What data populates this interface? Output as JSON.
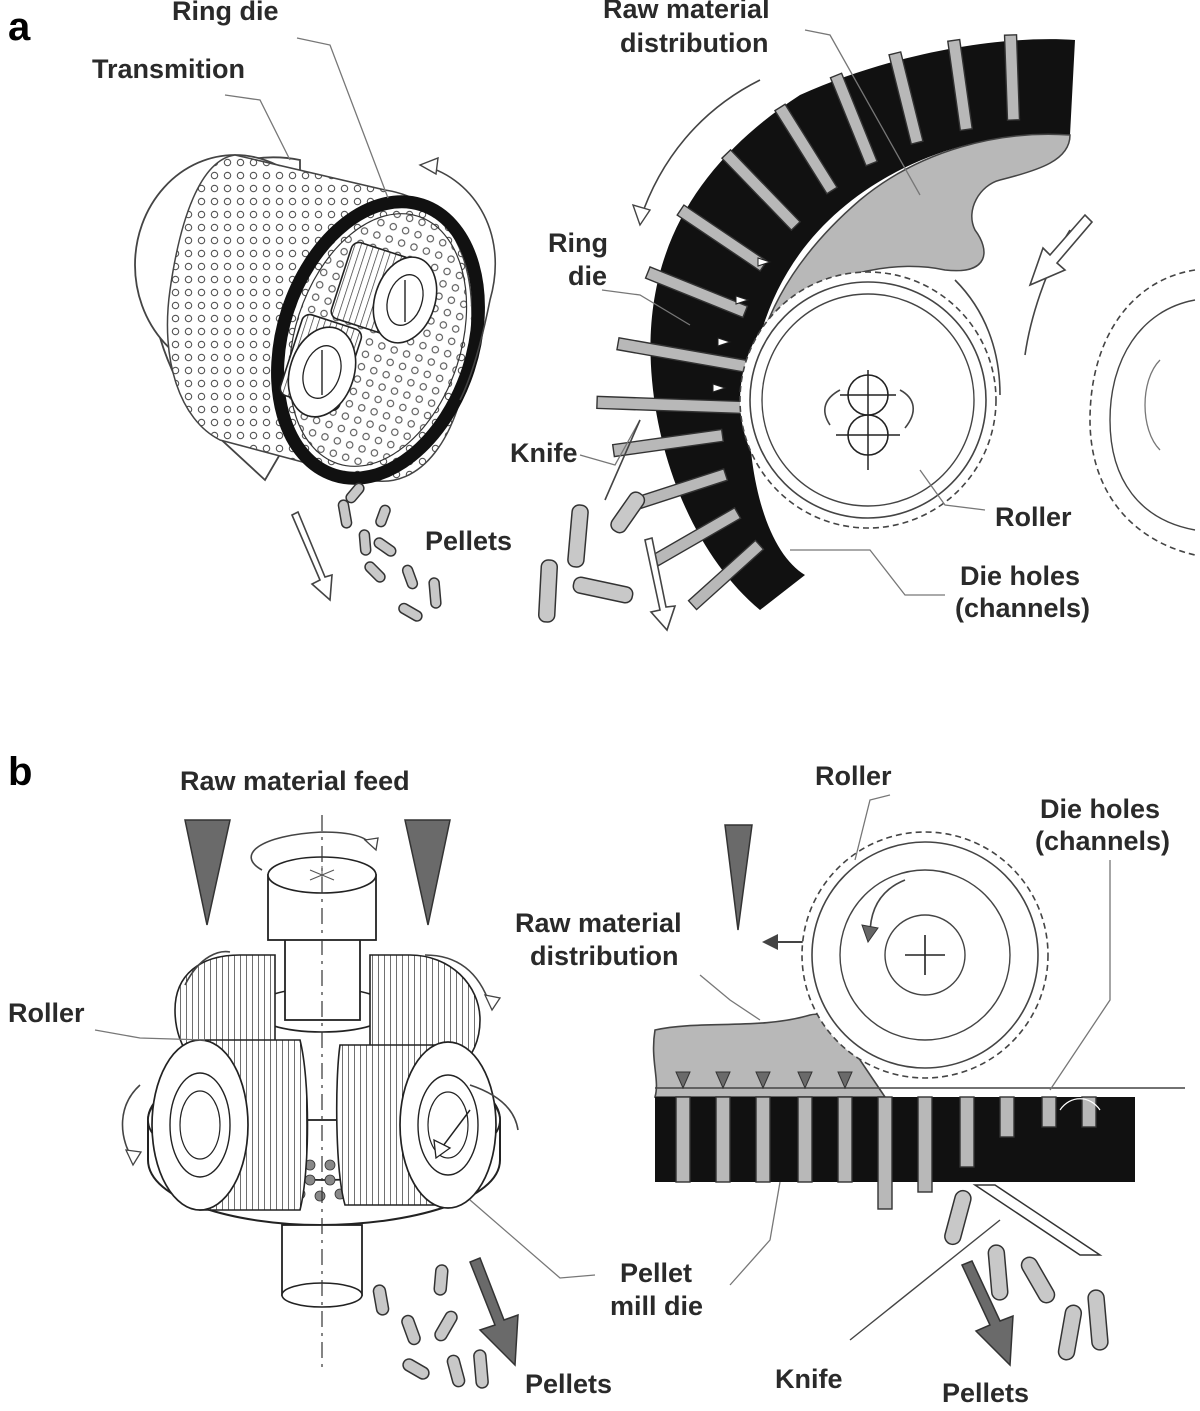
{
  "panel_a": {
    "letter": "a",
    "labels": {
      "ring_die_top": "Ring die",
      "transmition": "Transmition",
      "raw_material_line1": "Raw material",
      "raw_material_line2": "distribution",
      "ring_die_side_line1": "Ring",
      "ring_die_side_line2": "die",
      "knife": "Knife",
      "pellets": "Pellets",
      "roller": "Roller",
      "die_holes_line1": "Die holes",
      "die_holes_line2": "(channels)"
    }
  },
  "panel_b": {
    "letter": "b",
    "labels": {
      "raw_material_feed": "Raw material feed",
      "roller_left": "Roller",
      "roller_right": "Roller",
      "die_holes_line1": "Die holes",
      "die_holes_line2": "(channels)",
      "raw_material_line1": "Raw material",
      "raw_material_line2": "distribution",
      "pellet_mill_die_line1": "Pellet",
      "pellet_mill_die_line2": "mill die",
      "pellets_left": "Pellets",
      "knife": "Knife",
      "pellets_right": "Pellets"
    }
  },
  "colors": {
    "die_black": "#111111",
    "material_gray": "#b8b8b8",
    "pellet_gray": "#c8c8c8",
    "arrow_gray": "#6a6a6a"
  }
}
